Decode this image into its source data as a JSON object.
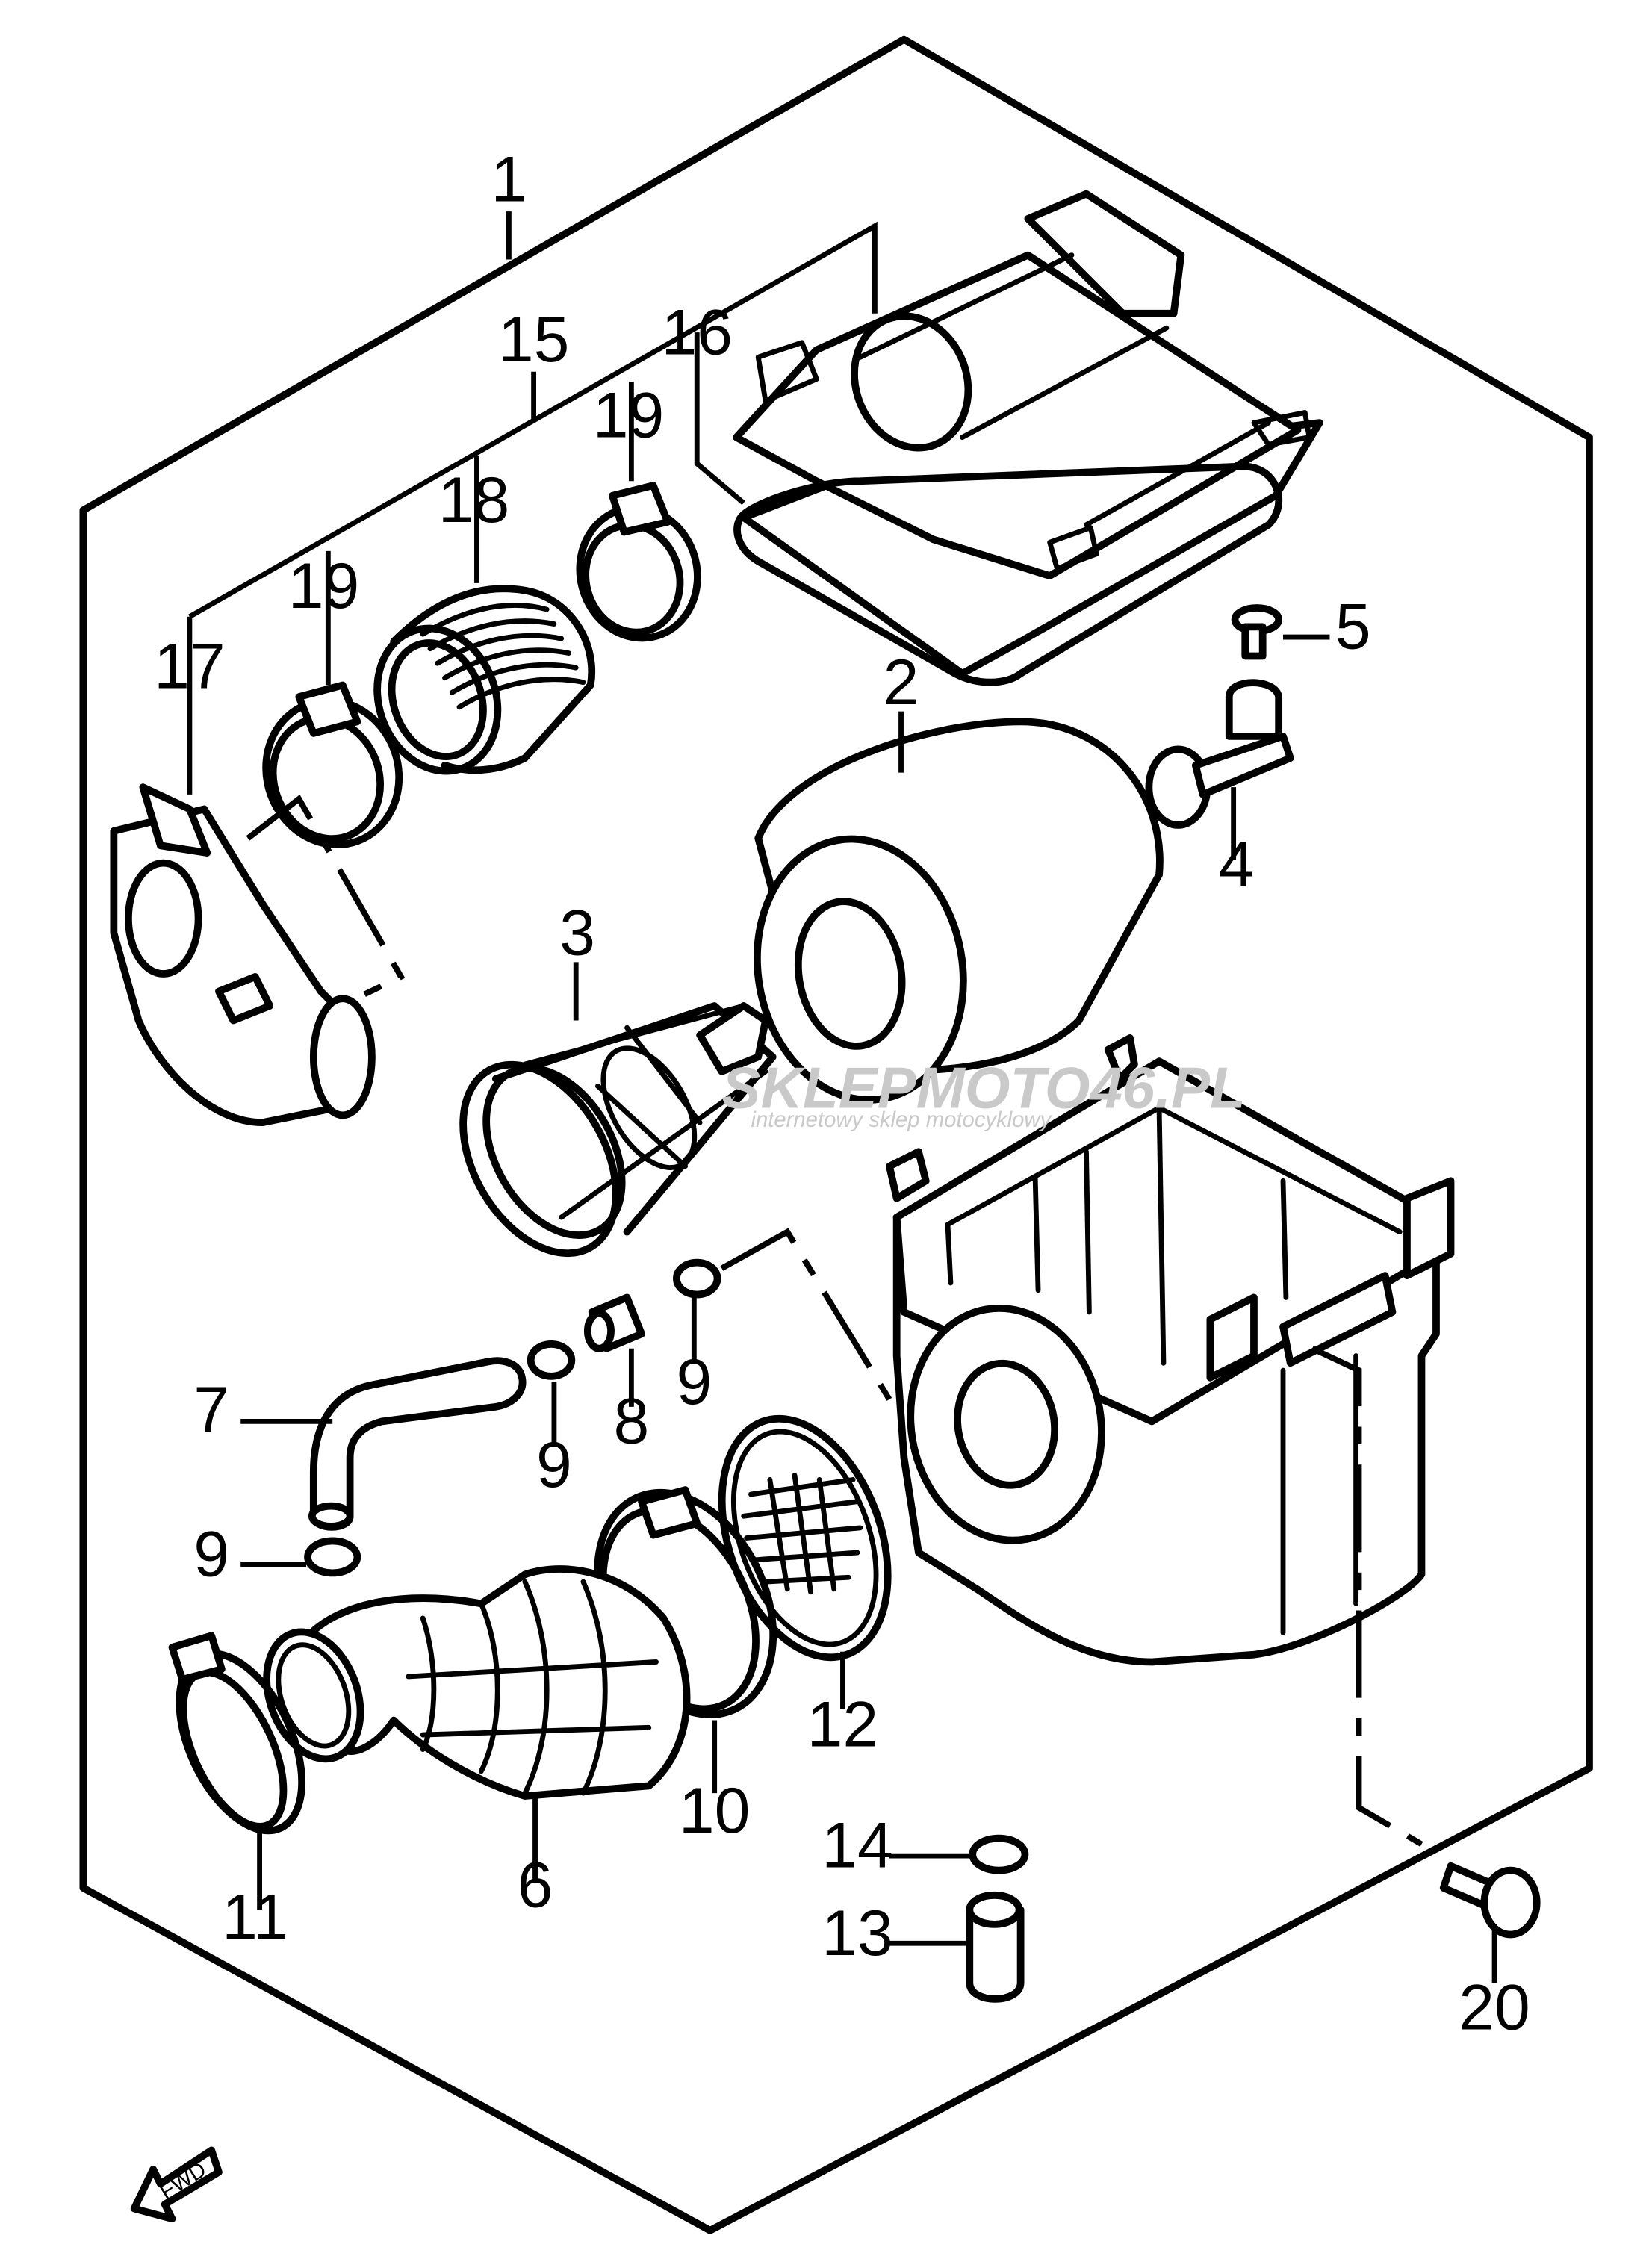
{
  "diagram": {
    "watermark": {
      "brand": "SKLEPMOTO46.PL",
      "tagline": "internetowy sklep motocyklowy"
    },
    "fwd_label": "FWD",
    "callouts": {
      "c1": "1",
      "c2": "2",
      "c3": "3",
      "c4": "4",
      "c5": "5",
      "c6": "6",
      "c7": "7",
      "c8": "8",
      "c9a": "9",
      "c9b": "9",
      "c9c": "9",
      "c10": "10",
      "c11": "11",
      "c12": "12",
      "c13": "13",
      "c14": "14",
      "c15": "15",
      "c16": "16",
      "c17": "17",
      "c18": "18",
      "c19a": "19",
      "c19b": "19",
      "c20": "20"
    },
    "colors": {
      "line": "#000000",
      "background": "#ffffff",
      "watermark": "#c9c9c9"
    }
  }
}
